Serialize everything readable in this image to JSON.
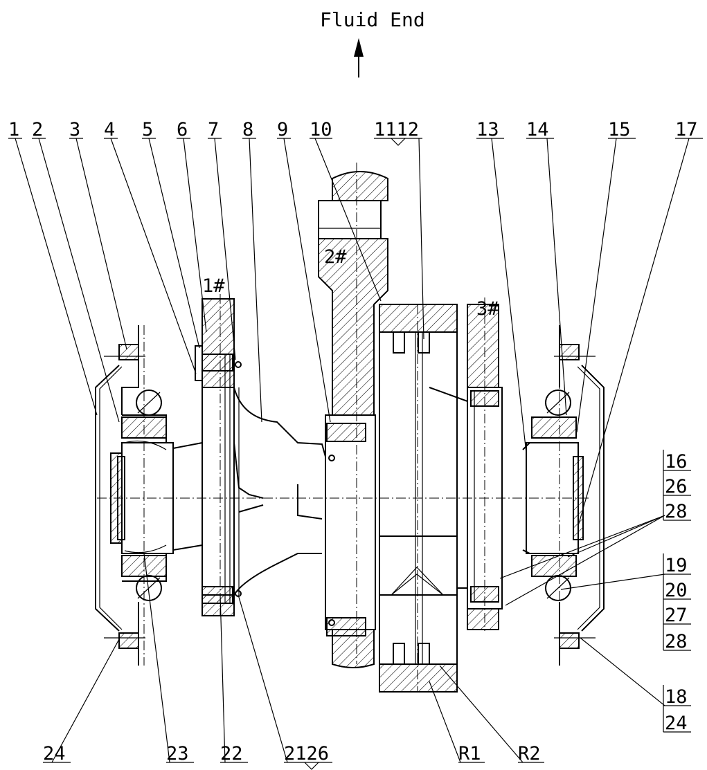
{
  "header": {
    "title": "Fluid End"
  },
  "part_numbers": {
    "top": [
      "1",
      "2",
      "3",
      "4",
      "5",
      "6",
      "7",
      "8",
      "9",
      "10",
      "1112",
      "13",
      "14",
      "15",
      "17"
    ],
    "right": [
      "16",
      "26",
      "28",
      "19",
      "20",
      "27",
      "28",
      "18",
      "24"
    ],
    "bottom": [
      "24",
      "23",
      "22",
      "2126",
      "R1",
      "R2"
    ]
  },
  "crank_marks": [
    "1#",
    "2#",
    "3#"
  ]
}
